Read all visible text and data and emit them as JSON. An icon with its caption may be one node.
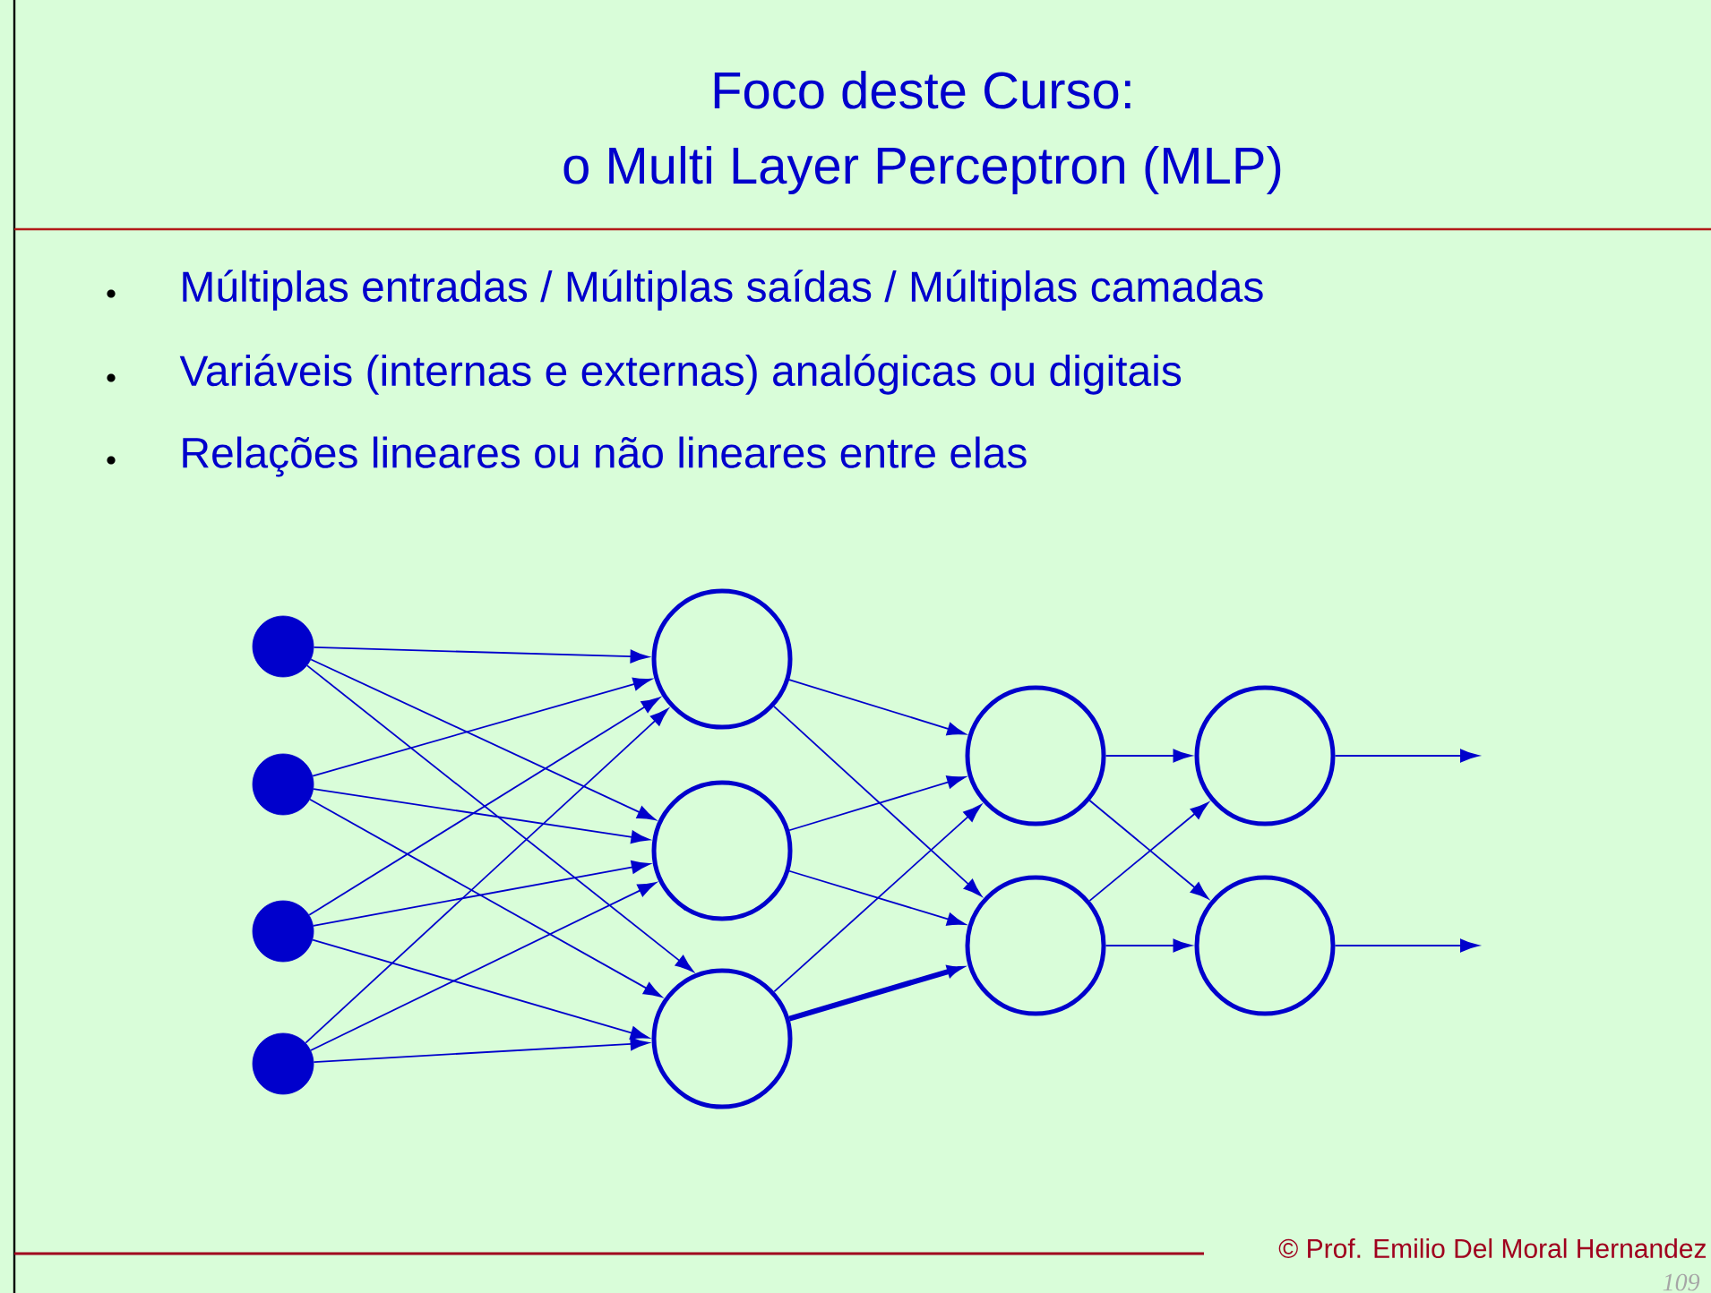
{
  "diagram": {
    "title": "Foco deste Curso: o Multi Layer Perceptron (MLP)",
    "nodes": [
      {
        "text": [],
        "shape": "circle"
      },
      {
        "text": [],
        "shape": "circle"
      },
      {
        "text": [],
        "shape": "circle"
      },
      {
        "text": [],
        "shape": "circle"
      },
      {
        "text": [],
        "shape": "circle"
      },
      {
        "text": [],
        "shape": "circle"
      },
      {
        "text": [],
        "shape": "circle"
      },
      {
        "text": [],
        "shape": "circle"
      },
      {
        "text": [],
        "shape": "circle"
      },
      {
        "text": [],
        "shape": "circle"
      },
      {
        "text": [],
        "shape": "circle"
      }
    ],
    "edges": [
      {
        "from": 0,
        "to": 4,
        "arrow": "to"
      },
      {
        "from": 0,
        "to": 5,
        "arrow": "to"
      },
      {
        "from": 0,
        "to": 6,
        "arrow": "to"
      },
      {
        "from": 1,
        "to": 4,
        "arrow": "to"
      },
      {
        "from": 1,
        "to": 5,
        "arrow": "to"
      },
      {
        "from": 1,
        "to": 6,
        "arrow": "to"
      },
      {
        "from": 2,
        "to": 4,
        "arrow": "to"
      },
      {
        "from": 2,
        "to": 5,
        "arrow": "to"
      },
      {
        "from": 2,
        "to": 6,
        "arrow": "to"
      },
      {
        "from": 3,
        "to": 4,
        "arrow": "to"
      },
      {
        "from": 3,
        "to": 5,
        "arrow": "to"
      },
      {
        "from": 3,
        "to": 6,
        "arrow": "to"
      },
      {
        "from": 4,
        "to": 7,
        "arrow": "to"
      },
      {
        "from": 4,
        "to": 8,
        "arrow": "to"
      },
      {
        "from": 5,
        "to": 7,
        "arrow": "to"
      },
      {
        "from": 5,
        "to": 8,
        "arrow": "to"
      },
      {
        "from": 6,
        "to": 7,
        "arrow": "to"
      },
      {
        "from": 6,
        "to": 8,
        "arrow": "to",
        "style": "thick"
      },
      {
        "from": 7,
        "to": 9,
        "arrow": "to"
      },
      {
        "from": 7,
        "to": 10,
        "arrow": "to"
      },
      {
        "from": 8,
        "to": 9,
        "arrow": "to"
      },
      {
        "from": 8,
        "to": 10,
        "arrow": "to"
      },
      {
        "from": 9,
        "to": null,
        "arrow": "to"
      },
      {
        "from": 10,
        "to": null,
        "arrow": "to"
      }
    ],
    "labels": [
      "Múltiplas entradas / Múltiplas saídas / Múltiplas camadas",
      "Variáveis (internas e externas) analógicas ou digitais",
      "Relações lineares ou não lineares entre elas",
      "© Prof. Emilio Del Moral Hernandez",
      "109"
    ]
  }
}
